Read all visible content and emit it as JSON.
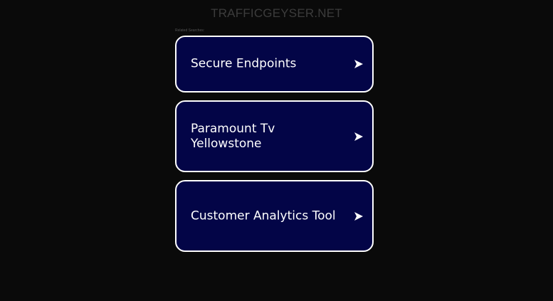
{
  "header": {
    "site_title": "TRAFFICGEYSER.NET",
    "related_label": "Related Searches:"
  },
  "cards": [
    {
      "label": "Secure Endpoints",
      "icon": "arrow-right-icon"
    },
    {
      "label": "Paramount Tv Yellowstone",
      "icon": "arrow-right-icon"
    },
    {
      "label": "Customer Analytics Tool",
      "icon": "arrow-right-icon"
    }
  ],
  "colors": {
    "background": "#0a0a0a",
    "card_background": "#030547",
    "card_border": "#ffffff",
    "card_text": "#ffffff",
    "title_text": "#3c3c3c"
  }
}
